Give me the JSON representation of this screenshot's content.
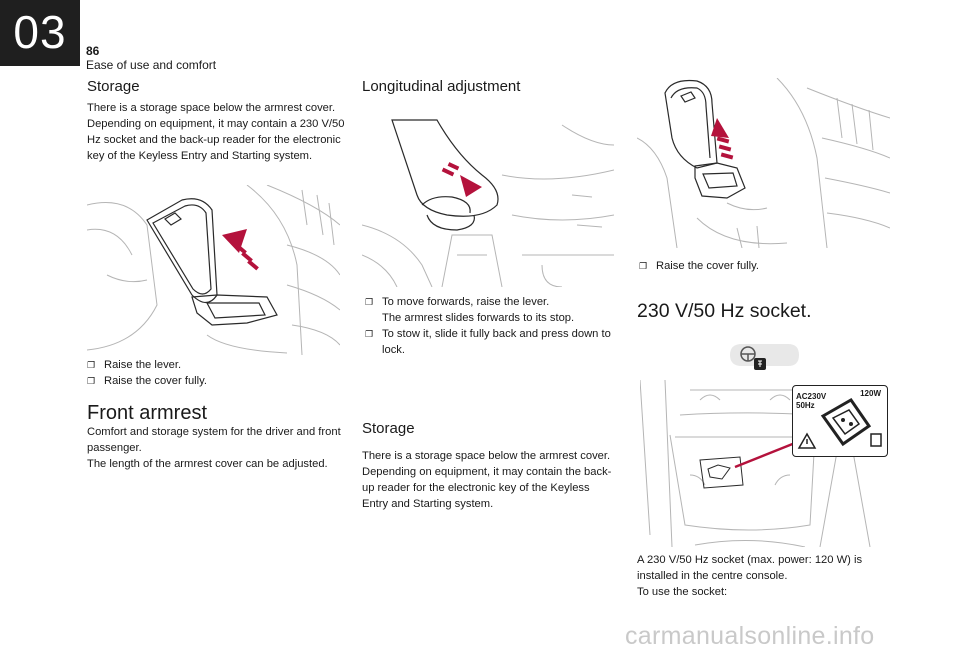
{
  "header": {
    "chapter_number": "03",
    "page_number": "86",
    "section_title": "Ease of use and comfort"
  },
  "col1": {
    "storage_heading": "Storage",
    "storage_text": "There is a storage space below the armrest cover. Depending on equipment, it may contain a 230 V/50 Hz socket and the back-up reader for the electronic key of the Keyless Entry and Starting system.",
    "steps": [
      "Raise the lever.",
      "Raise the cover fully."
    ],
    "front_heading": "Front armrest",
    "front_text_1": "Comfort and storage system for the driver and front passenger.",
    "front_text_2": "The length of the armrest cover can be adjusted."
  },
  "col2": {
    "long_heading": "Longitudinal adjustment",
    "steps": [
      {
        "text": "To move forwards, raise the lever.",
        "sub": "The armrest slides forwards to its stop."
      },
      {
        "text": "To stow it, slide it fully back and press down to lock."
      }
    ],
    "storage_heading": "Storage",
    "storage_text": "There is a storage space below the armrest cover. Depending on equipment, it may contain the back-up reader for the electronic key of the Keyless Entry and Starting system."
  },
  "col3": {
    "step": "Raise the cover fully.",
    "socket_heading": "230 V/50 Hz socket.",
    "socket_label": {
      "line1": "AC230V",
      "line2": "50Hz",
      "power": "120W"
    },
    "socket_text_1": "A 230 V/50 Hz socket (max. power: 120 W) is installed in the centre console.",
    "socket_text_2": "To use the socket:"
  },
  "icons": {
    "bullet": "checkbox-bullet-icon",
    "arrow": "red-direction-arrow-icon",
    "warning": "warning-triangle-icon"
  },
  "colors": {
    "accent": "#b4123c",
    "line_art": "#b5b5b5",
    "chapter_block": "#1f1f1f"
  },
  "watermark": "carmanualsonline.info"
}
